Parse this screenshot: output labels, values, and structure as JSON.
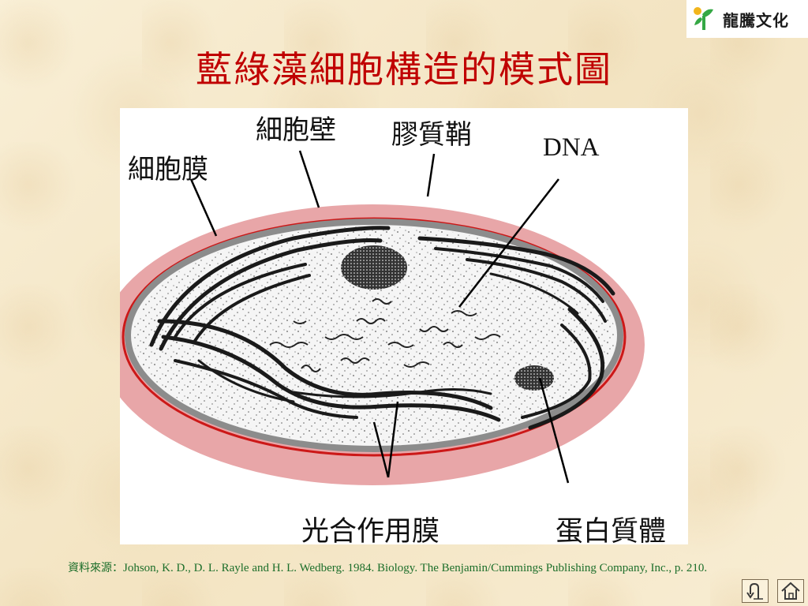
{
  "logo": {
    "name": "龍騰文化"
  },
  "slide": {
    "title": "藍綠藻細胞構造的模式圖"
  },
  "diagram": {
    "labels": {
      "cell_membrane": "細胞膜",
      "cell_wall": "細胞壁",
      "gelatinous_sheath": "膠質鞘",
      "dna": "DNA",
      "photosynthetic_membrane": "光合作用膜",
      "protein_body": "蛋白質體"
    }
  },
  "source": {
    "label": "資料來源：",
    "text": "Johson, K. D., D. L. Rayle and H. L. Wedberg. 1984. Biology. The Benjamin/Cummings Publishing Company, Inc., p. 210."
  },
  "nav": {
    "return_icon": "return-arrow-icon",
    "home_icon": "home-icon"
  },
  "colors": {
    "title": "#c00000",
    "source": "#1c6e2a",
    "sheath": "#e8a6a8",
    "wall_red": "#cc1818",
    "membrane_gray": "#8c8c8c"
  }
}
